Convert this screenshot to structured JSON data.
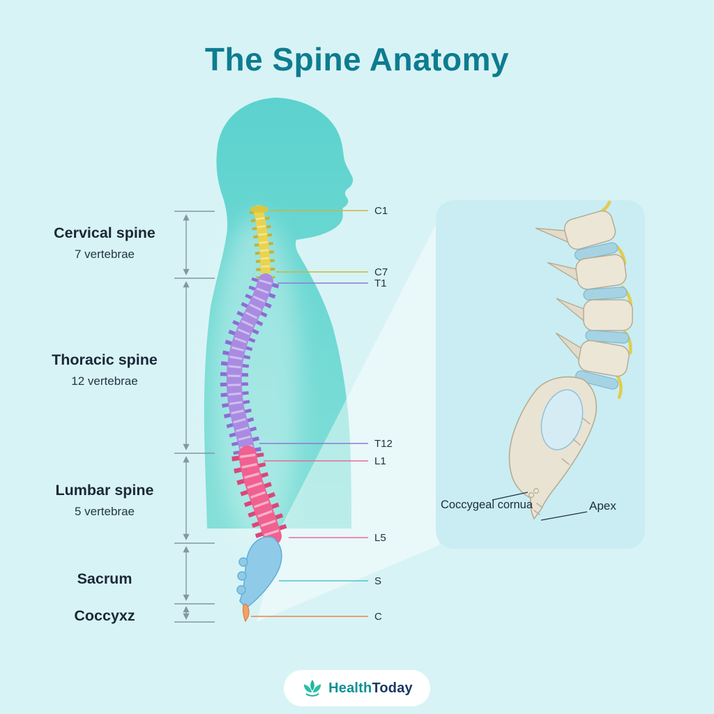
{
  "title": "The Spine Anatomy",
  "regions": [
    {
      "name": "Cervical spine",
      "count": "7 vertebrae",
      "color": "#e8d44e"
    },
    {
      "name": "Thoracic spine",
      "count": "12 vertebrae",
      "color": "#aa8be2"
    },
    {
      "name": "Lumbar spine",
      "count": "5 vertebrae",
      "color": "#ef6190"
    },
    {
      "name": "Sacrum",
      "count": "",
      "color": "#8fcbe8"
    },
    {
      "name": "Coccyxz",
      "count": "",
      "color": "#f2a268"
    }
  ],
  "levels": [
    {
      "label": "C1",
      "color": "#c8b63e"
    },
    {
      "label": "C7",
      "color": "#c8b63e"
    },
    {
      "label": "T1",
      "color": "#8a7ad6"
    },
    {
      "label": "T12",
      "color": "#8a7ad6"
    },
    {
      "label": "L1",
      "color": "#e56b97"
    },
    {
      "label": "L5",
      "color": "#e56b97"
    },
    {
      "label": "S",
      "color": "#53bfc9"
    },
    {
      "label": "C",
      "color": "#e0854f"
    }
  ],
  "inset": {
    "label_coccygeal": "Coccygeal cornua",
    "label_apex": "Apex"
  },
  "logo": {
    "health": "Health",
    "today": "Today"
  },
  "colors": {
    "background": "#d8f3f5",
    "title": "#0d7c90",
    "silhouette": "#5fd3cf",
    "panel": "#c9edf3",
    "text_dark": "#1b2837",
    "bracket": "#8496a5",
    "logo_teal": "#0f8f96",
    "logo_navy": "#1b3767"
  }
}
